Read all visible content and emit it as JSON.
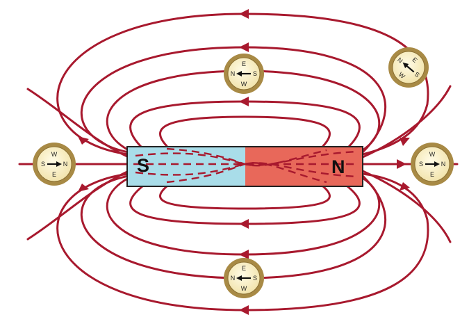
{
  "colors": {
    "field_line": "#a8192e",
    "south_pole": "#a9dde9",
    "north_pole": "#e8685a",
    "magnet_outline": "#222222",
    "compass_rim": "#a88a45",
    "compass_face": "#fbf1c8",
    "needle": "#111111"
  },
  "magnet": {
    "south_label": "S",
    "north_label": "N"
  },
  "compasses": [
    {
      "id": "left",
      "north": "N",
      "south": "S",
      "east": "E",
      "west": "W"
    },
    {
      "id": "top",
      "north": "N",
      "south": "S",
      "east": "E",
      "west": "W"
    },
    {
      "id": "top-right",
      "north": "N",
      "south": "S",
      "east": "E",
      "west": "W"
    },
    {
      "id": "right",
      "north": "N",
      "south": "S",
      "east": "E",
      "west": "W"
    },
    {
      "id": "bottom",
      "north": "N",
      "south": "S",
      "east": "E",
      "west": "W"
    }
  ]
}
